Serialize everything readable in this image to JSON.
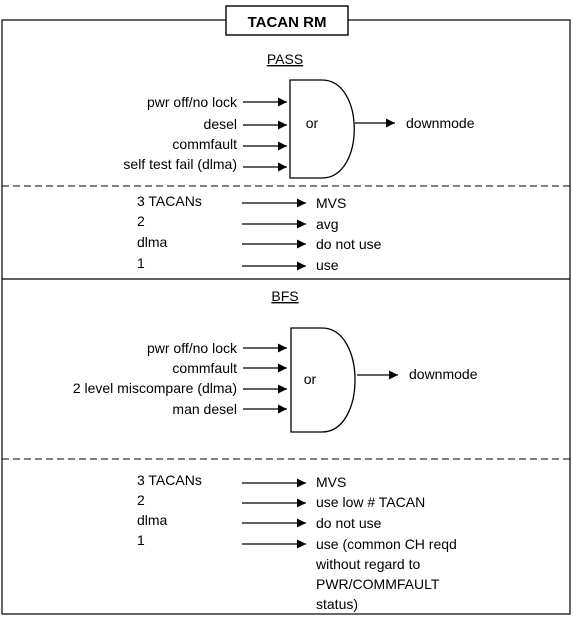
{
  "title": "TACAN RM",
  "pass": {
    "header": "PASS",
    "inputs": [
      "pwr off/no lock",
      "desel",
      "commfault",
      "self test fail (dlma)"
    ],
    "gate": "or",
    "output": "downmode",
    "rules": [
      {
        "count": "3 TACANs",
        "action": "MVS"
      },
      {
        "count": "2",
        "action": "avg"
      },
      {
        "count": "dlma",
        "action": "do not use"
      },
      {
        "count": "1",
        "action": "use"
      }
    ]
  },
  "bfs": {
    "header": "BFS",
    "inputs": [
      "pwr off/no lock",
      "commfault",
      "2 level miscompare (dlma)",
      "man desel"
    ],
    "gate": "or",
    "output": "downmode",
    "rules": [
      {
        "count": "3 TACANs",
        "action": "MVS"
      },
      {
        "count": "2",
        "action": "use low # TACAN"
      },
      {
        "count": "dlma",
        "action": "do not use"
      },
      {
        "count": "1",
        "action": "use (common CH reqd"
      }
    ],
    "note_lines": [
      "without regard to",
      "PWR/COMMFAULT",
      "status)"
    ]
  }
}
